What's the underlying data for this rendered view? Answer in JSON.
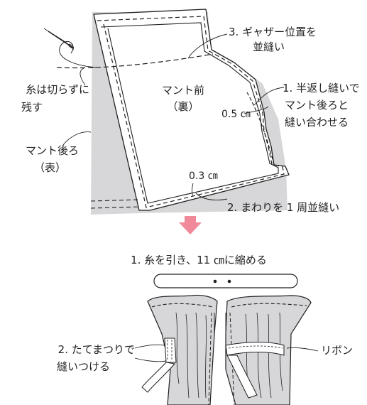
{
  "colors": {
    "panel_fill": "#d7d7d9",
    "outline": "#231f20",
    "arrow": "#f08a9a",
    "background": "#ffffff"
  },
  "labels": {
    "step3_line1": "3. ギャザー位置を",
    "step3_line2": "並縫い",
    "thread_line1": "糸は切らずに",
    "thread_line2": "残す",
    "front_line1": "マント前",
    "front_line2": "（裏）",
    "step1_line1": "1. 半返し縫いで",
    "step1_line2": "マント後ろと",
    "step1_line3": "縫い合わせる",
    "seam_05": "0.5 ㎝",
    "back_line1": "マント後ろ",
    "back_line2": "（表）",
    "seam_03": "0.3 ㎝",
    "step2": "2. まわりを 1 周並縫い",
    "gather": "1. 糸を引き、11 ㎝に縮める",
    "blind_line1": "2. たてまつりで",
    "blind_line2": "縫いつける",
    "ribbon": "リボン"
  },
  "icons": {
    "needle": "sewing-needle-icon",
    "step_arrow": "down-arrow-icon"
  }
}
